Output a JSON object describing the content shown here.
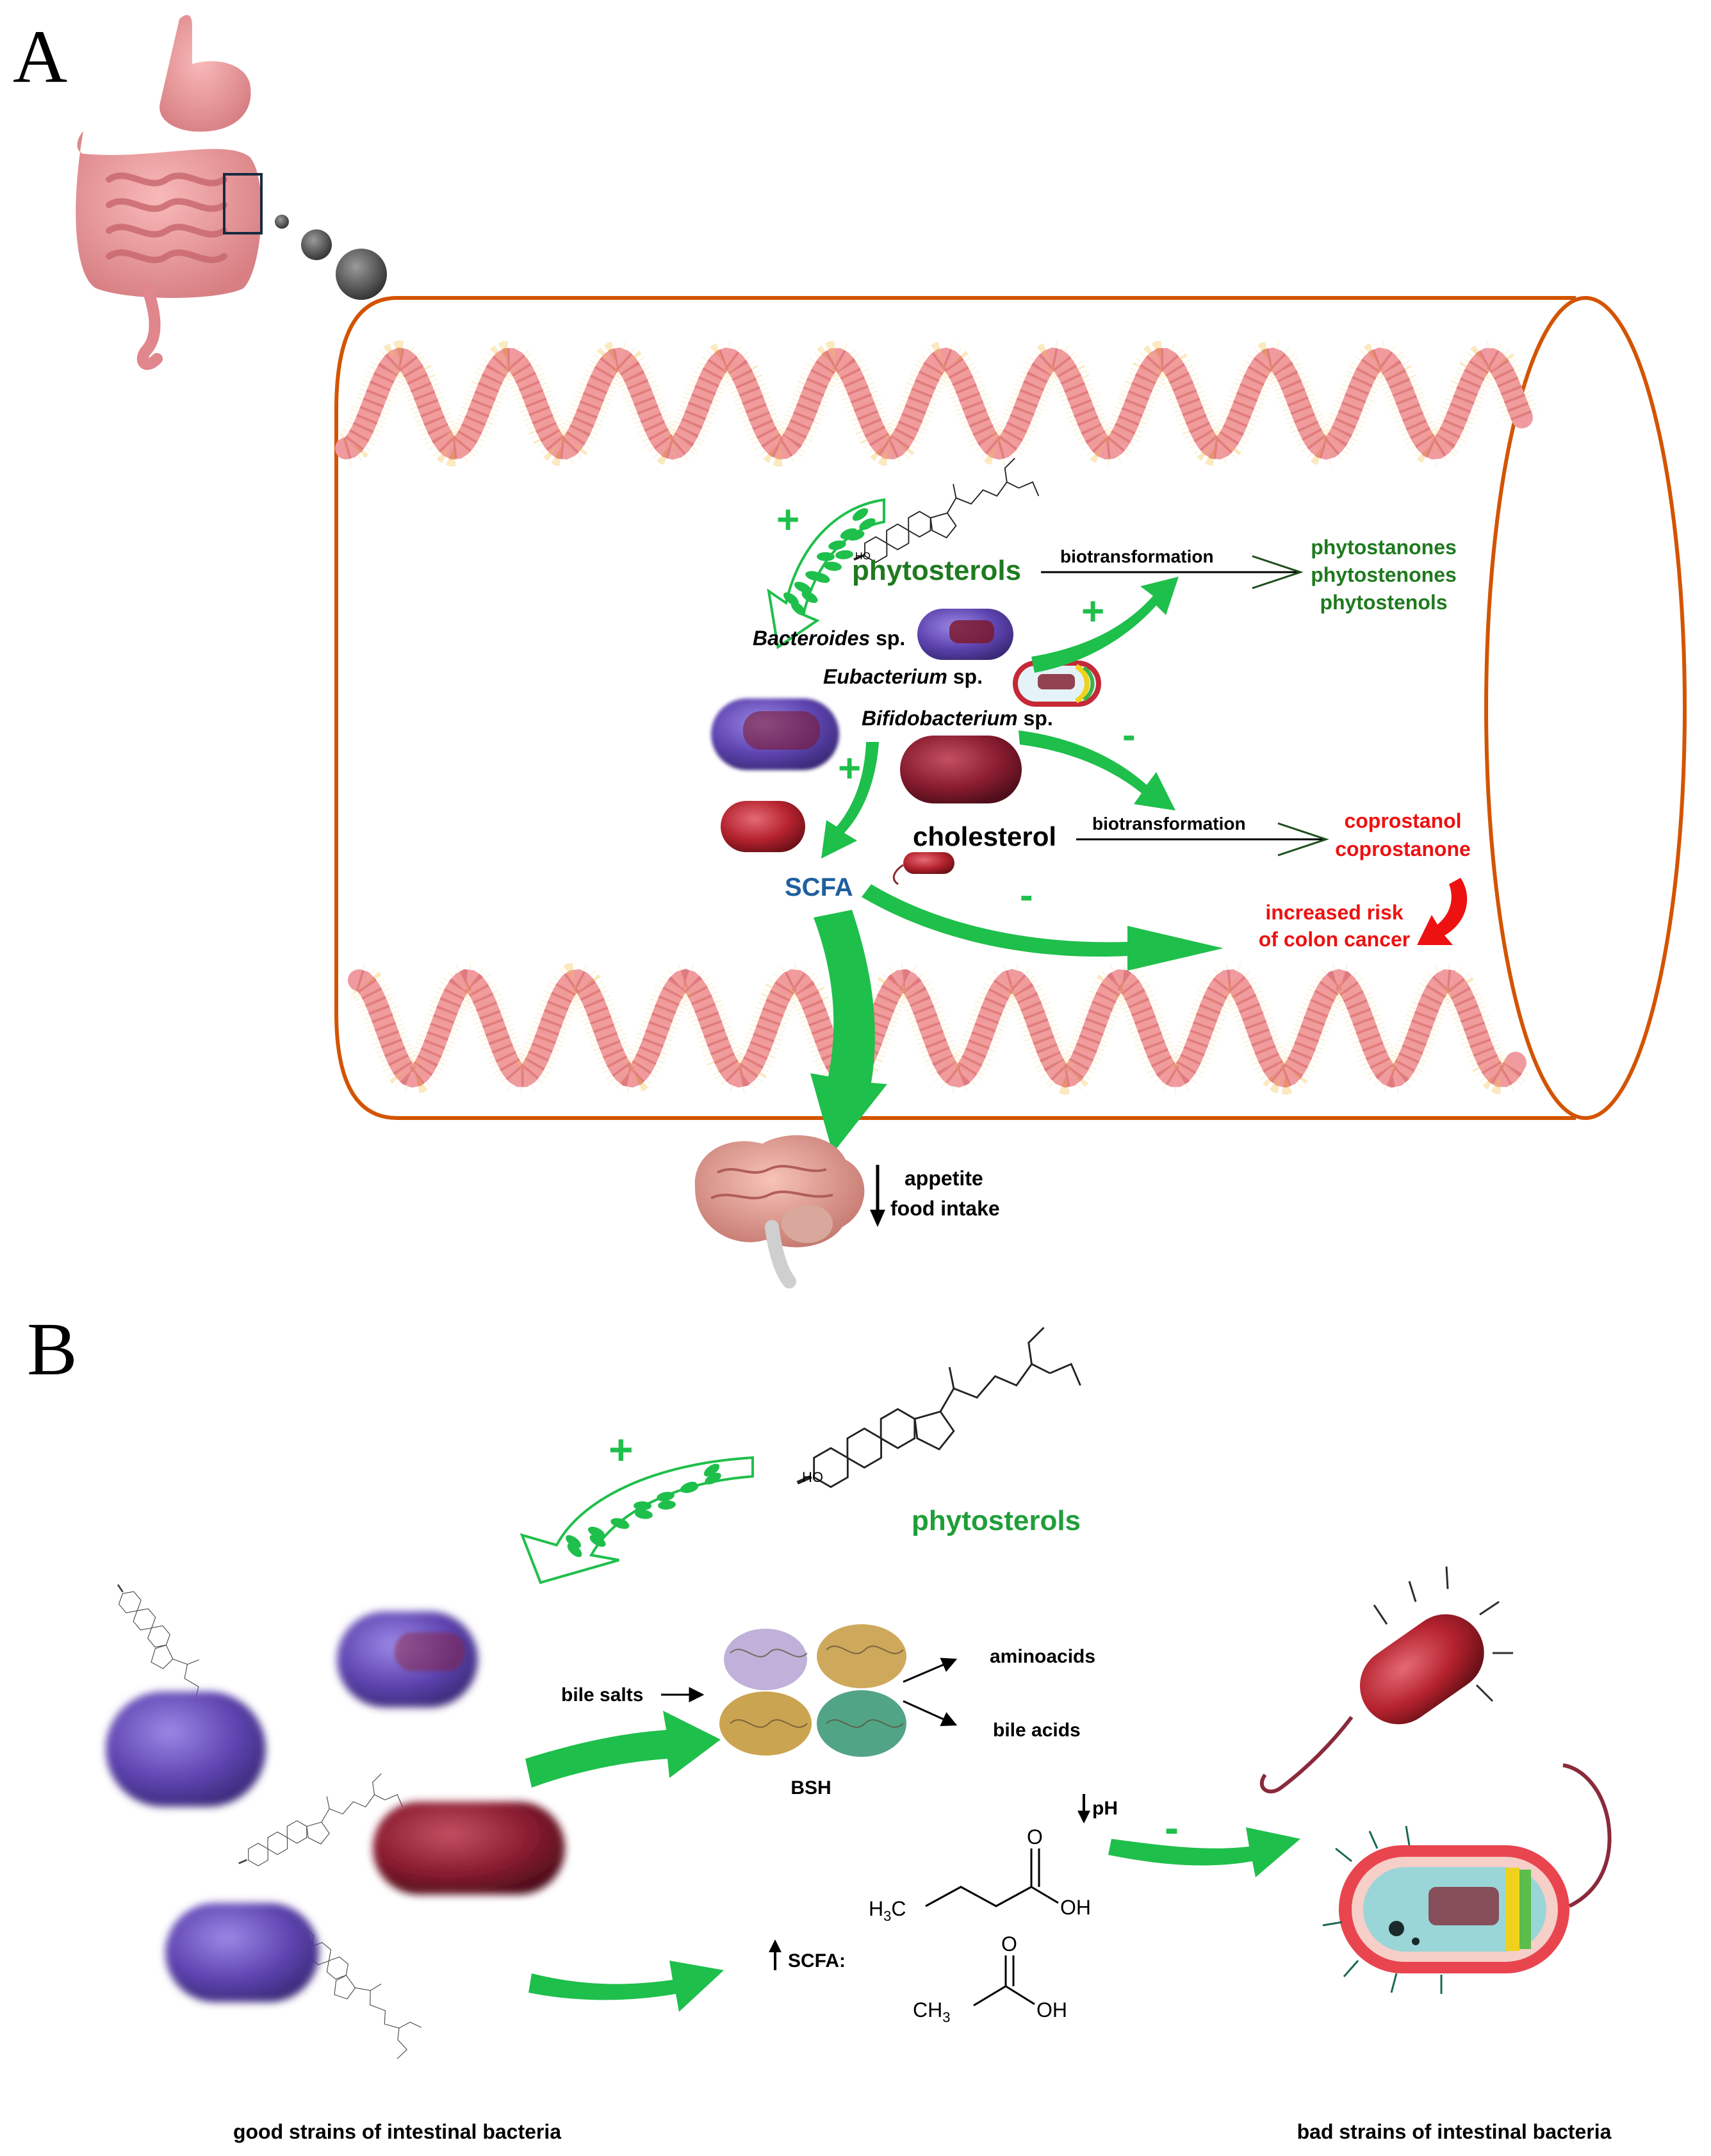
{
  "panel_a": {
    "letter": "A",
    "phytosterols_label": "phytosterols",
    "plus_sign": "+",
    "minus_sign": "-",
    "biotransformation_label": "biotransformation",
    "phyto_products": [
      "phytostanones",
      "phytostenones",
      "phytostenols"
    ],
    "bacteria": [
      {
        "genus": "Bacteroides",
        "suffix": " sp."
      },
      {
        "genus": "Eubacterium",
        "suffix": " sp."
      },
      {
        "genus": "Bifidobacterium",
        "suffix": " sp."
      }
    ],
    "cholesterol_label": "cholesterol",
    "cholesterol_products": [
      "coprostanol",
      "coprostanone"
    ],
    "scfa_label": "SCFA",
    "cancer_risk": [
      "increased risk",
      "of colon cancer"
    ],
    "brain_effects": [
      "appetite",
      "food intake"
    ],
    "structure_ho": "HO"
  },
  "panel_b": {
    "letter": "B",
    "phytosterols_label": "phytosterols",
    "plus_sign": "+",
    "minus_sign": "-",
    "structure_ho": "HO",
    "bile_salts_label": "bile salts",
    "bsh_label": "BSH",
    "products": [
      "aminoacids",
      "bile acids"
    ],
    "ph_label": "pH",
    "scfa_label": "SCFA:",
    "butyrate_formula": {
      "left": "H",
      "sub": "3",
      "right": "C",
      "oh": "OH",
      "o": "O"
    },
    "acetate_formula": {
      "left": "CH",
      "sub": "3",
      "oh": "OH",
      "o": "O"
    },
    "good_label": "good strains of intestinal bacteria",
    "bad_label": "bad strains of intestinal bacteria"
  },
  "colors": {
    "tube": "#d35400",
    "mucosa": "#f09aa0",
    "mucosa_dark": "#e07a82",
    "green_arrow": "#1fbf4b",
    "green_text": "#1f7a1f",
    "red_text": "#ee1111",
    "scfa_blue": "#1f5f9e",
    "good_bacteria": "#6a4fb3",
    "bad_bacteria": "#c0303a"
  }
}
